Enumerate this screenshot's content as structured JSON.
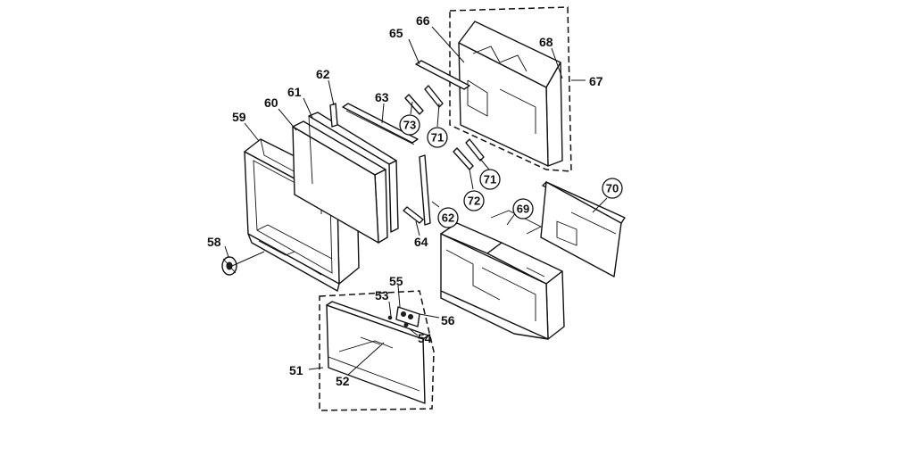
{
  "labels": {
    "p51": "51",
    "p52": "52",
    "p53": "53",
    "p54": "54",
    "p55": "55",
    "p56": "56",
    "p58": "58",
    "p59": "59",
    "p60": "60",
    "p61": "61",
    "p62a": "62",
    "p62b": "62",
    "p63": "63",
    "p64": "64",
    "p65": "65",
    "p66": "66",
    "p67": "67",
    "p68": "68",
    "p69": "69",
    "p70": "70",
    "p71a": "71",
    "p71b": "71",
    "p72": "72",
    "p73": "73"
  }
}
